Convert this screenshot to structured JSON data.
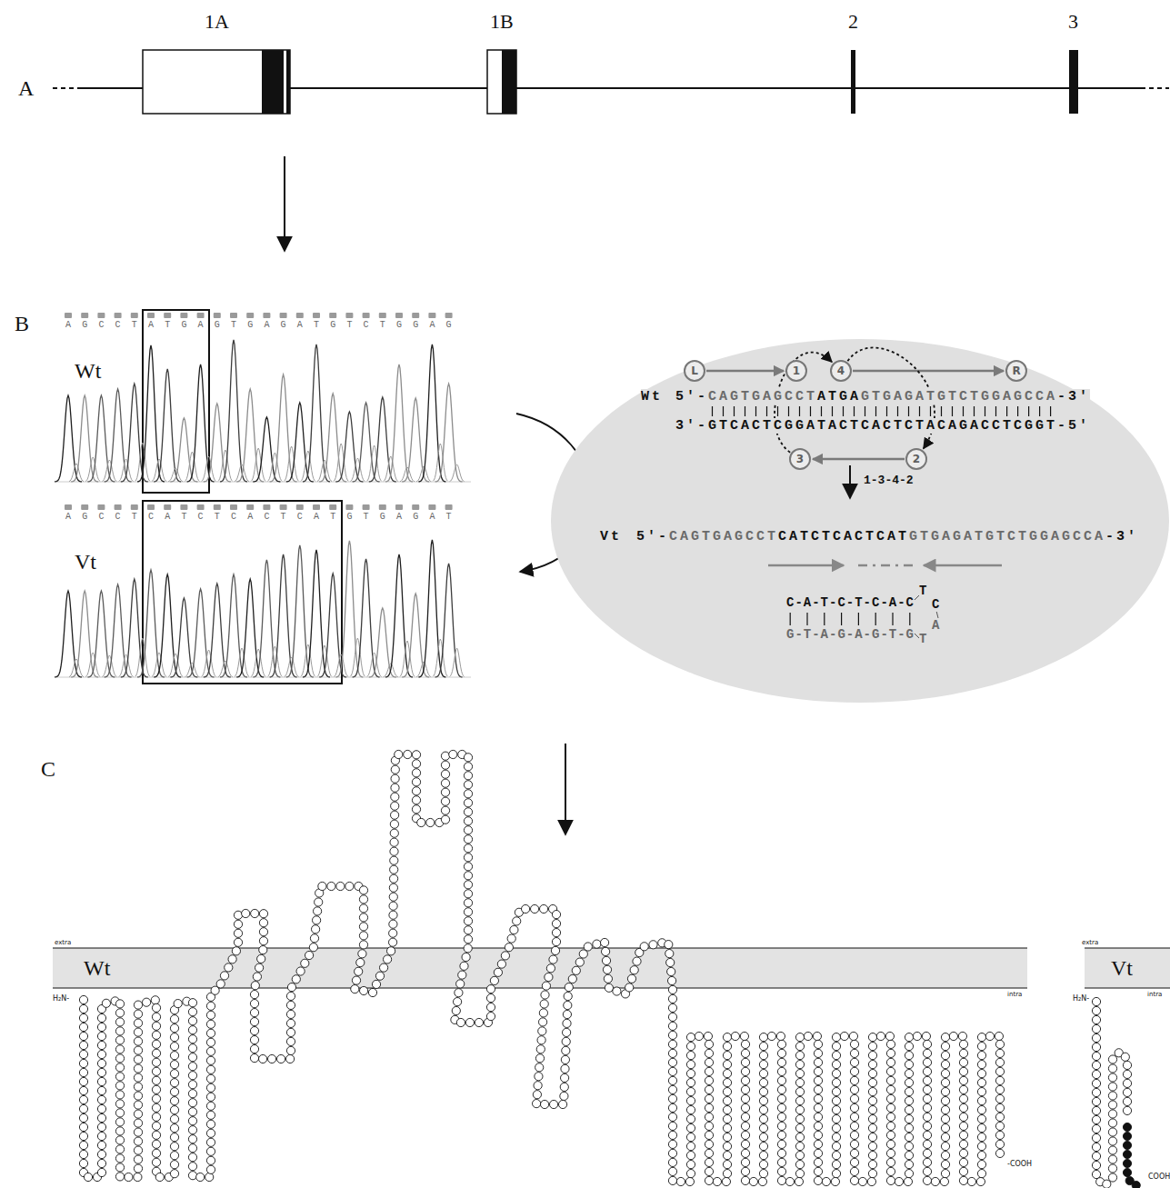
{
  "diagram": {
    "nodes": [
      {
        "text": [
          "L"
        ]
      },
      {
        "text": [
          "1"
        ]
      },
      {
        "text": [
          "4"
        ]
      },
      {
        "text": [
          "R"
        ]
      },
      {
        "text": [
          "3"
        ]
      },
      {
        "text": [
          "2"
        ]
      }
    ],
    "edges": [
      {
        "from": 0,
        "to": 1,
        "arrow": "to"
      },
      {
        "from": 2,
        "to": 3,
        "arrow": "to"
      },
      {
        "from": 5,
        "to": 4,
        "arrow": "to"
      },
      {
        "from": 4,
        "to": 2,
        "arrow": "to"
      },
      {
        "from": 2,
        "to": 5,
        "arrow": "to"
      }
    ],
    "labels": [
      "A",
      "1A",
      "1B",
      "2",
      "3",
      "B",
      "AGCCTATGAGTGAGATGTCTGGAG",
      "Wt",
      "AGCCTCATCTCACTCATGTGAGAT",
      "Vt",
      "Wt",
      "5'-",
      "CAGTGAGCCT",
      "ATGA",
      "GTGAGATGTCTGGAGCCA",
      "-3'",
      "3'-GTCACTCGGATACTCACTCTACAGACCTCGGT-5'",
      "1-3-4-2",
      "Vt",
      "5'-",
      "CAGTGAGCCT",
      "CATCTCACTCAT",
      "GTGAGATGTCTGGAGCCA",
      "-3'",
      "C-A-T-C-T-C-A-C",
      "G-T-A-G-A-G-T-G",
      "T",
      "C",
      "A",
      "T",
      "C",
      "extra",
      "intra",
      "Wt",
      "H₂N-",
      "-COOH",
      "extra",
      "intra",
      "Vt",
      "H₂N-",
      "COOH"
    ]
  }
}
